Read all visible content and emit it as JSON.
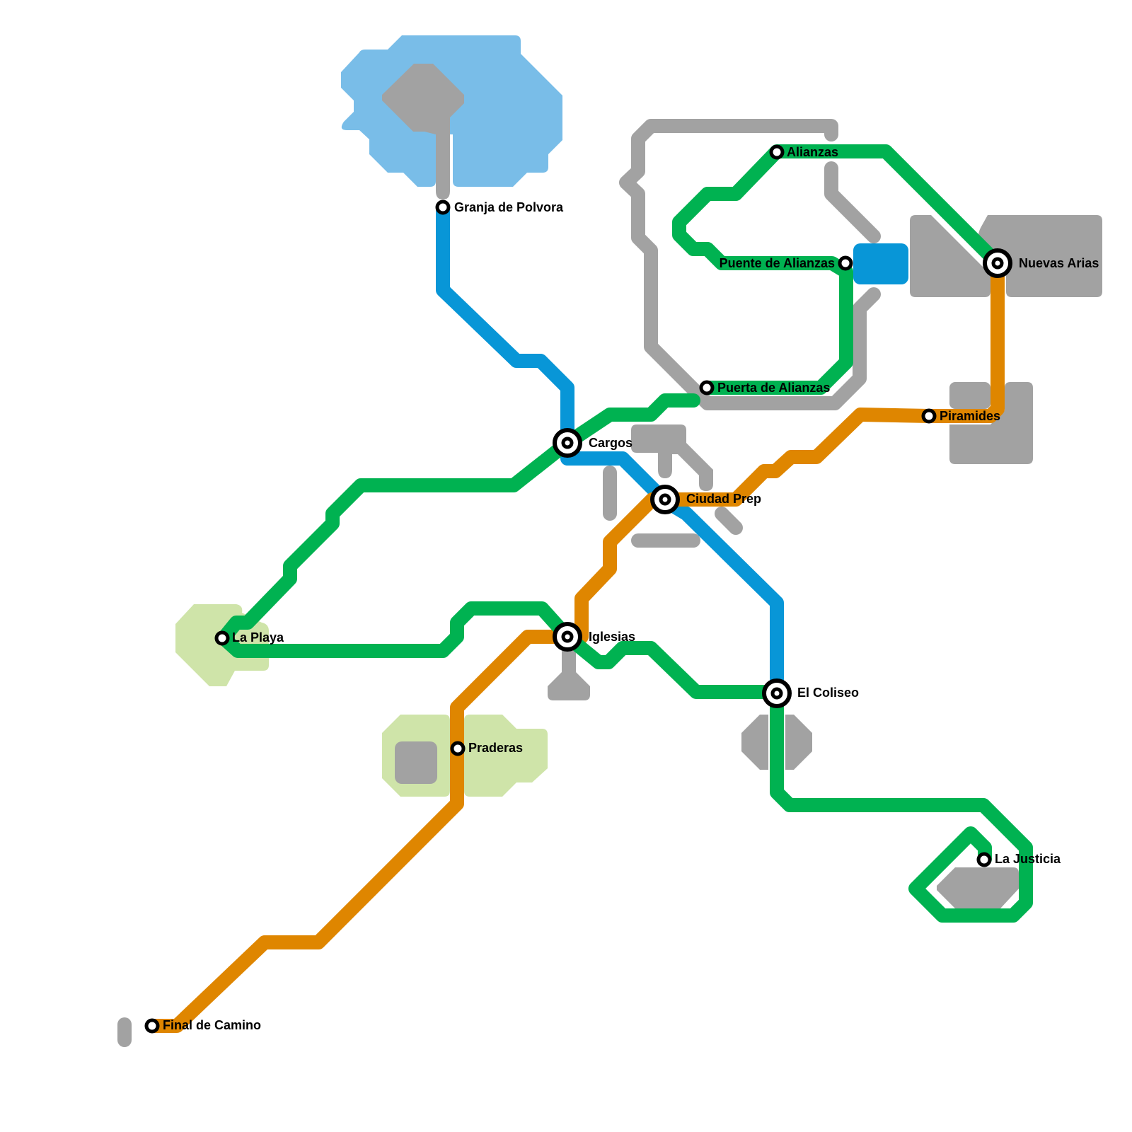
{
  "map": {
    "title": "Transit map",
    "colors": {
      "water": "#79bde8",
      "park": "#cfe4a9",
      "building": "#a2a2a2",
      "background": "#ffffff"
    }
  },
  "lines": [
    {
      "id": "green",
      "name": "Green line",
      "color": "#00b251"
    },
    {
      "id": "blue",
      "name": "Blue line",
      "color": "#0896d7"
    },
    {
      "id": "orange",
      "name": "Orange line",
      "color": "#df8600"
    }
  ],
  "stations": [
    {
      "id": "granja-de-polvora",
      "name": "Granja de Polvora",
      "type": "stop",
      "lines": [
        "blue"
      ]
    },
    {
      "id": "alianzas",
      "name": "Alianzas",
      "type": "stop",
      "lines": [
        "green"
      ]
    },
    {
      "id": "puente-de-alianzas",
      "name": "Puente de Alianzas",
      "type": "stop",
      "lines": [
        "green"
      ]
    },
    {
      "id": "nuevas-arias",
      "name": "Nuevas Arias",
      "type": "interchange",
      "lines": [
        "green",
        "orange"
      ]
    },
    {
      "id": "puerta-de-alianzas",
      "name": "Puerta de Alianzas",
      "type": "stop",
      "lines": [
        "green"
      ]
    },
    {
      "id": "piramides",
      "name": "Piramides",
      "type": "stop",
      "lines": [
        "orange"
      ]
    },
    {
      "id": "cargos",
      "name": "Cargos",
      "type": "interchange",
      "lines": [
        "green",
        "blue"
      ]
    },
    {
      "id": "ciudad-prep",
      "name": "Ciudad Prep",
      "type": "interchange",
      "lines": [
        "blue",
        "orange"
      ]
    },
    {
      "id": "la-playa",
      "name": "La Playa",
      "type": "stop",
      "lines": [
        "green"
      ]
    },
    {
      "id": "iglesias",
      "name": "Iglesias",
      "type": "interchange",
      "lines": [
        "green",
        "orange"
      ]
    },
    {
      "id": "el-coliseo",
      "name": "El Coliseo",
      "type": "interchange",
      "lines": [
        "green",
        "blue"
      ]
    },
    {
      "id": "praderas",
      "name": "Praderas",
      "type": "stop",
      "lines": [
        "orange"
      ]
    },
    {
      "id": "la-justicia",
      "name": "La Justicia",
      "type": "stop",
      "lines": [
        "green"
      ]
    },
    {
      "id": "final-de-camino",
      "name": "Final de Camino",
      "type": "stop",
      "lines": [
        "orange"
      ]
    }
  ]
}
